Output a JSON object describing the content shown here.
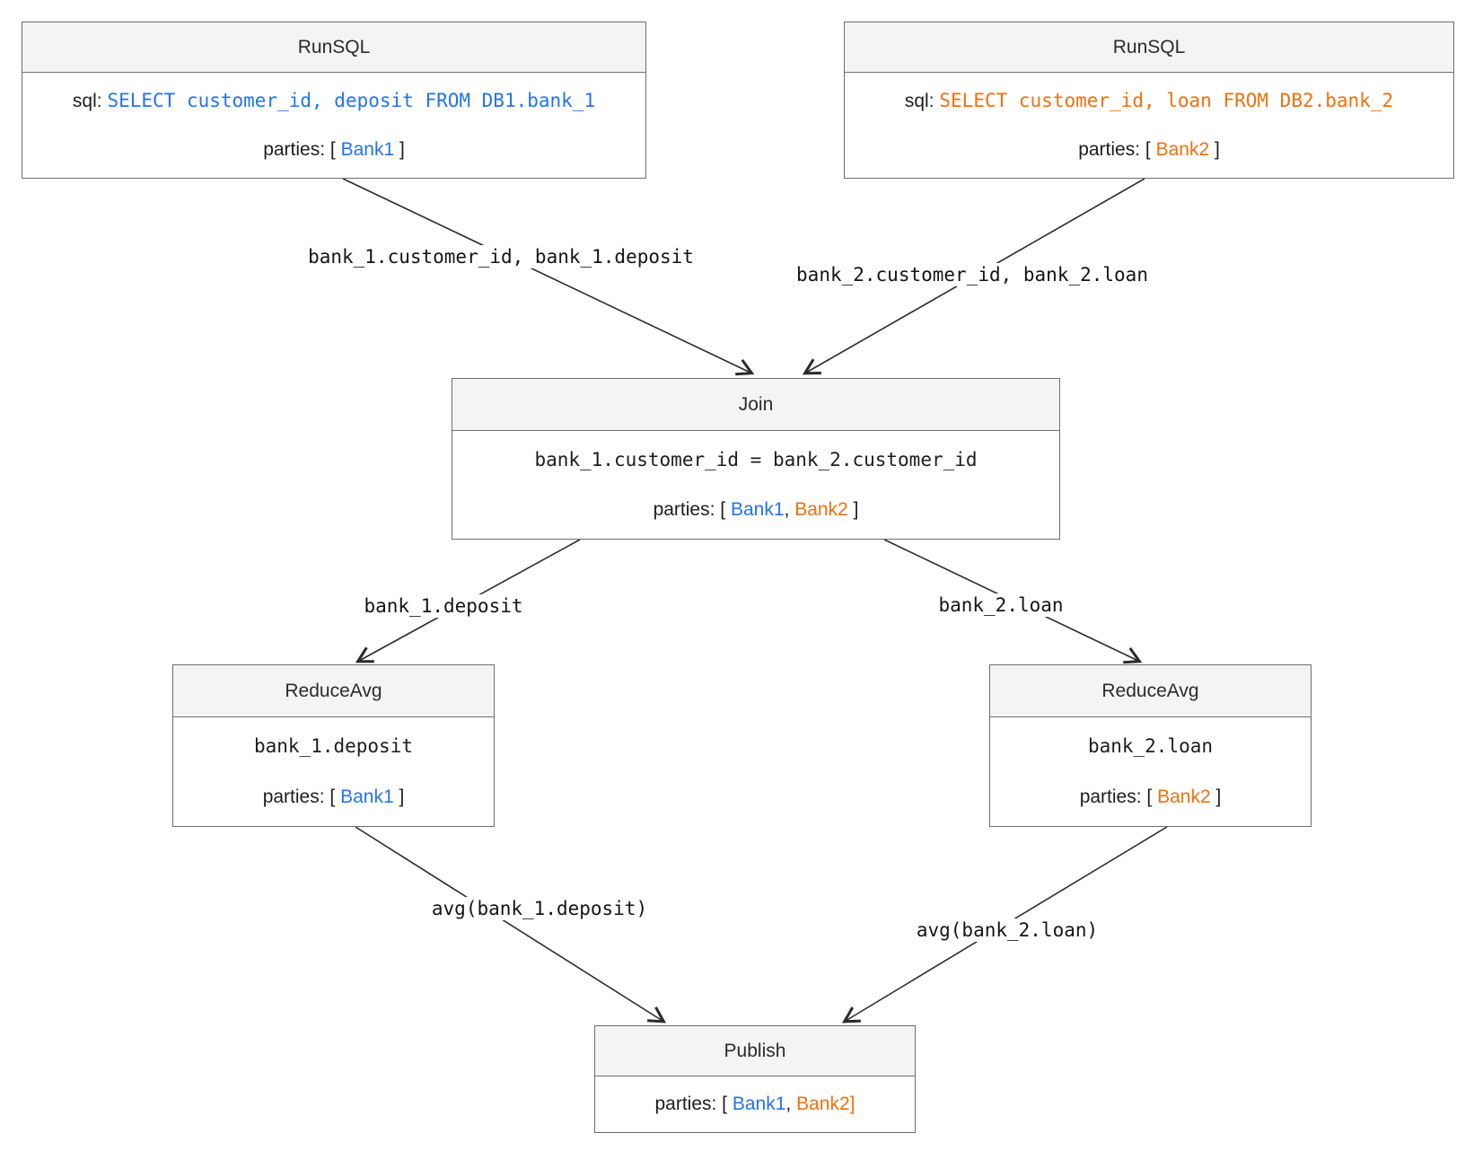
{
  "diagram": {
    "colors": {
      "bank1_blue": "#2373f0",
      "bank2_orange": "#f2700d",
      "node_border_gray": "#6f6f6f",
      "node_header_gray": "#f4f4f4"
    },
    "nodes": {
      "runsql_bank1": {
        "title": "RunSQL",
        "sql_label": "sql:",
        "sql": "SELECT customer_id, deposit FROM DB1.bank_1",
        "parties_prefix": "parties: [",
        "party1": "Bank1",
        "parties_suffix": "]"
      },
      "runsql_bank2": {
        "title": "RunSQL",
        "sql_label": "sql:",
        "sql": "SELECT customer_id, loan FROM DB2.bank_2",
        "parties_prefix": "parties: [",
        "party1": "Bank2",
        "parties_suffix": "]"
      },
      "join": {
        "title": "Join",
        "condition": "bank_1.customer_id = bank_2.customer_id",
        "parties_prefix": "parties: [",
        "party1": "Bank1",
        "party_sep": ",",
        "party2": "Bank2",
        "parties_suffix": "]"
      },
      "reduce_avg_bank1": {
        "title": "ReduceAvg",
        "field": "bank_1.deposit",
        "parties_prefix": "parties: [",
        "party1": "Bank1",
        "parties_suffix": "]"
      },
      "reduce_avg_bank2": {
        "title": "ReduceAvg",
        "field": "bank_2.loan",
        "parties_prefix": "parties: [",
        "party1": "Bank2",
        "parties_suffix": "]"
      },
      "publish": {
        "title": "Publish",
        "parties_prefix": "parties: [",
        "party1": "Bank1",
        "party_sep": ",",
        "party2": "Bank2",
        "parties_suffix": "]"
      }
    },
    "edges": {
      "runsql1_to_join": "bank_1.customer_id, bank_1.deposit",
      "runsql2_to_join": "bank_2.customer_id, bank_2.loan",
      "join_to_reduce1": "bank_1.deposit",
      "join_to_reduce2": "bank_2.loan",
      "reduce1_to_publish": "avg(bank_1.deposit)",
      "reduce2_to_publish": "avg(bank_2.loan)"
    }
  }
}
